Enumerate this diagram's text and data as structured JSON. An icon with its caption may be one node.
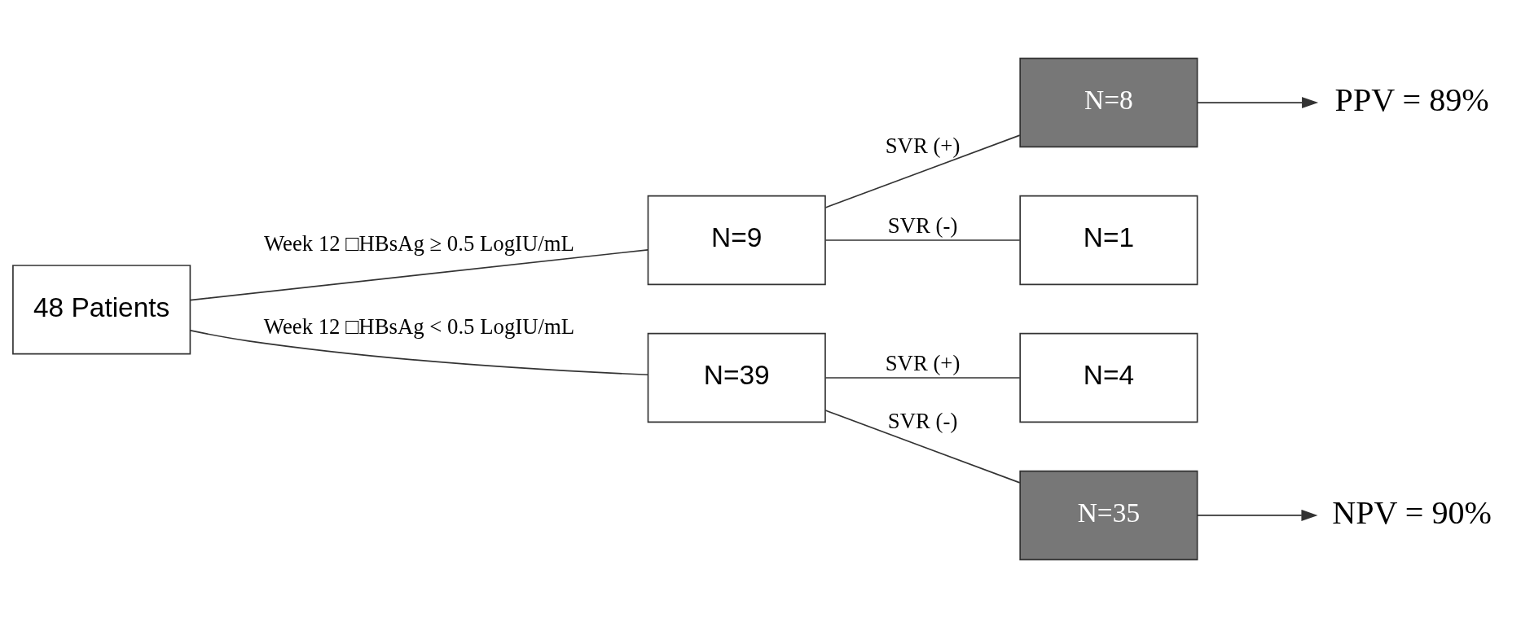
{
  "diagram": {
    "nodes": [
      {
        "text": [
          "48 Patients"
        ]
      },
      {
        "text": [
          "N=9"
        ]
      },
      {
        "text": [
          "N=8"
        ]
      },
      {
        "text": [
          "N=1"
        ]
      },
      {
        "text": [
          "N=39"
        ]
      },
      {
        "text": [
          "N=4"
        ]
      },
      {
        "text": [
          "N=35"
        ]
      },
      {
        "text": [
          "PPV = 89%"
        ]
      },
      {
        "text": [
          "NPV = 90%"
        ]
      }
    ],
    "edges": [
      {
        "from": 0,
        "to": 1,
        "arrow": "none",
        "label": "Week 12 □HBsAg ≥ 0.5 LogIU/mL"
      },
      {
        "from": 0,
        "to": 4,
        "arrow": "none",
        "label": "Week 12 □HBsAg < 0.5 LogIU/mL"
      },
      {
        "from": 1,
        "to": 2,
        "arrow": "none",
        "label": "SVR (+)"
      },
      {
        "from": 1,
        "to": 3,
        "arrow": "none",
        "label": "SVR (-)"
      },
      {
        "from": 4,
        "to": 5,
        "arrow": "none",
        "label": "SVR (+)"
      },
      {
        "from": 4,
        "to": 6,
        "arrow": "none",
        "label": "SVR (-)"
      },
      {
        "from": 2,
        "to": 7,
        "arrow": "to"
      },
      {
        "from": 6,
        "to": 8,
        "arrow": "to"
      }
    ]
  }
}
